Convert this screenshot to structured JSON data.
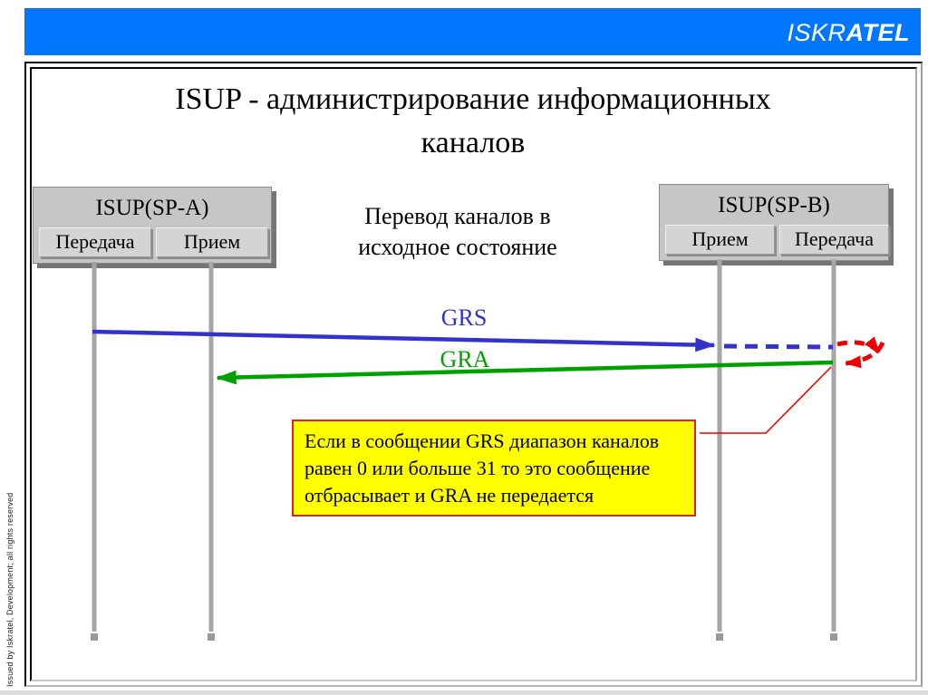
{
  "header": {
    "bar_color": "#0277fd",
    "logo_part1": "ISKR",
    "logo_part2": "ATEL"
  },
  "title": {
    "line1": "ISUP - администрирование информационных",
    "line2": "каналов"
  },
  "center_note": {
    "line1": "Перевод каналов в",
    "line2": "исходное состояние"
  },
  "nodes": {
    "sp_a": {
      "title": "ISUP(SP-A)",
      "sub1": "Передача",
      "sub2": "Прием"
    },
    "sp_b": {
      "title": "ISUP(SP-B)",
      "sub1": "Прием",
      "sub2": "Передача"
    }
  },
  "messages": {
    "grs": {
      "label": "GRS",
      "color": "#3333cc"
    },
    "gra": {
      "label": "GRA",
      "color": "#00a000"
    },
    "discard_color": "#ee0000",
    "lifeline_color": "#a6a6a6"
  },
  "callout": {
    "fill": "#ffff00",
    "border_color": "#dd2222",
    "lines": [
      "Если в сообщении GRS диапазон каналов",
      "равен 0 или больше 31 то это сообщение",
      "отбрасывает и GRA не передается"
    ]
  },
  "footer": {
    "vertical_text": "Issued by Iskratel, Development; all rights reserved"
  }
}
